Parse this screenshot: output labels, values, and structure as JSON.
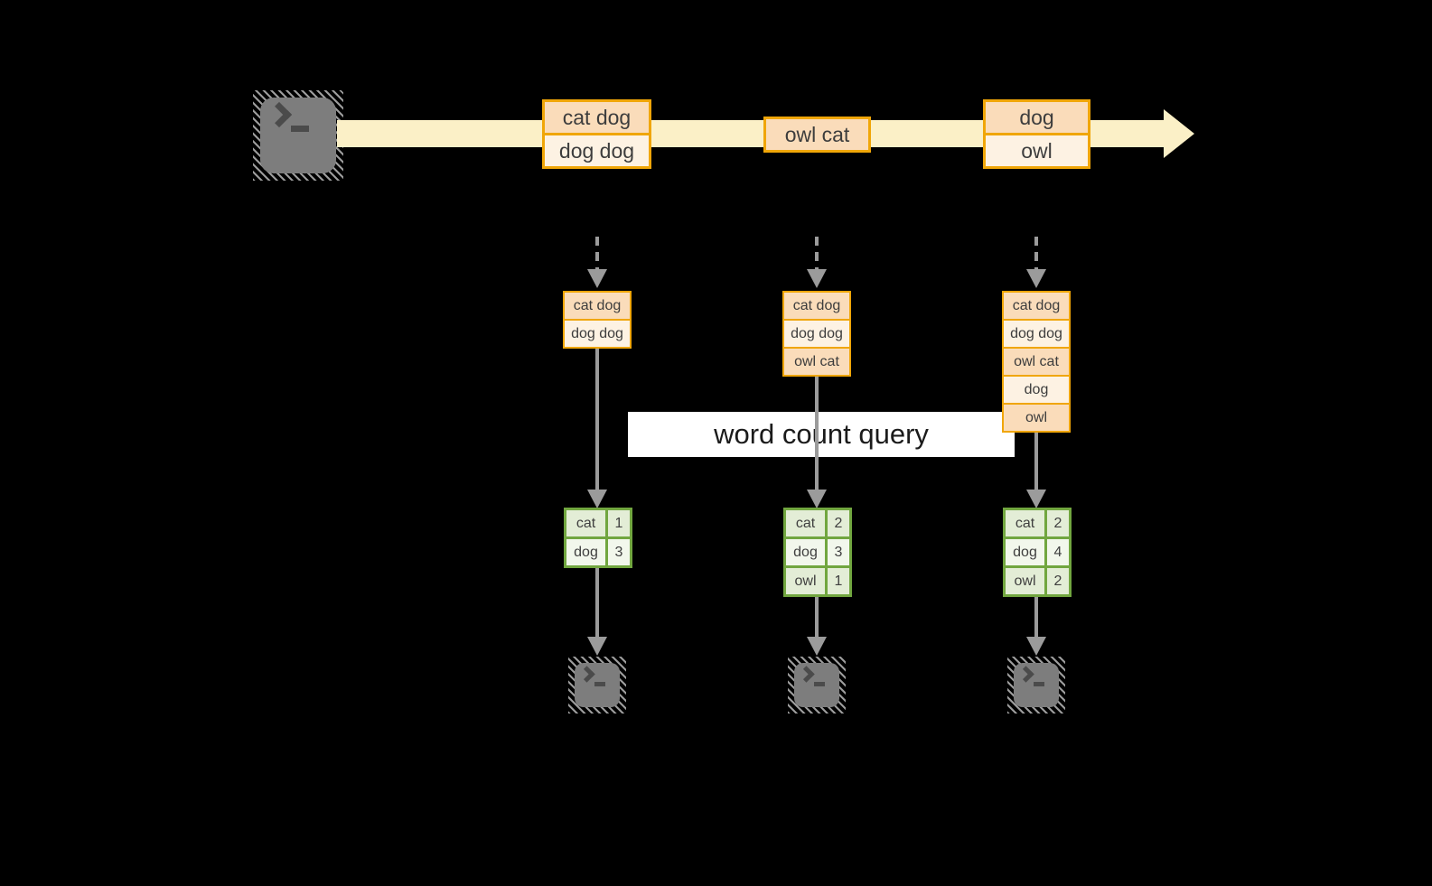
{
  "title": "word count streaming query diagram",
  "colors": {
    "background": "#000000",
    "stream_band": "#FBF0C7",
    "record_border": "#F0A608",
    "record_fill_dark": "#FADCBA",
    "record_fill_light": "#FDF2E3",
    "table_border": "#71A63F",
    "table_fill_dark": "#E3EDD6",
    "table_fill_light": "#F2F7EC",
    "arrow_gray": "#9B9B9B",
    "terminal_gray": "#7D7D7D",
    "query_band": "#FFFFFF"
  },
  "icons": {
    "source": "terminal-icon",
    "sinks": [
      "terminal-icon",
      "terminal-icon",
      "terminal-icon"
    ]
  },
  "stream": {
    "batches": [
      {
        "rows": [
          "cat dog",
          "dog dog"
        ]
      },
      {
        "rows": [
          "owl cat"
        ]
      },
      {
        "rows": [
          "dog",
          "owl"
        ]
      }
    ]
  },
  "query": {
    "label": "word count query"
  },
  "columns": [
    {
      "buffer_rows": [
        "cat dog",
        "dog dog"
      ],
      "result": [
        {
          "word": "cat",
          "count": "1"
        },
        {
          "word": "dog",
          "count": "3"
        }
      ]
    },
    {
      "buffer_rows": [
        "cat dog",
        "dog dog",
        "owl cat"
      ],
      "result": [
        {
          "word": "cat",
          "count": "2"
        },
        {
          "word": "dog",
          "count": "3"
        },
        {
          "word": "owl",
          "count": "1"
        }
      ]
    },
    {
      "buffer_rows": [
        "cat dog",
        "dog dog",
        "owl cat",
        "dog",
        "owl"
      ],
      "result": [
        {
          "word": "cat",
          "count": "2"
        },
        {
          "word": "dog",
          "count": "4"
        },
        {
          "word": "owl",
          "count": "2"
        }
      ]
    }
  ]
}
